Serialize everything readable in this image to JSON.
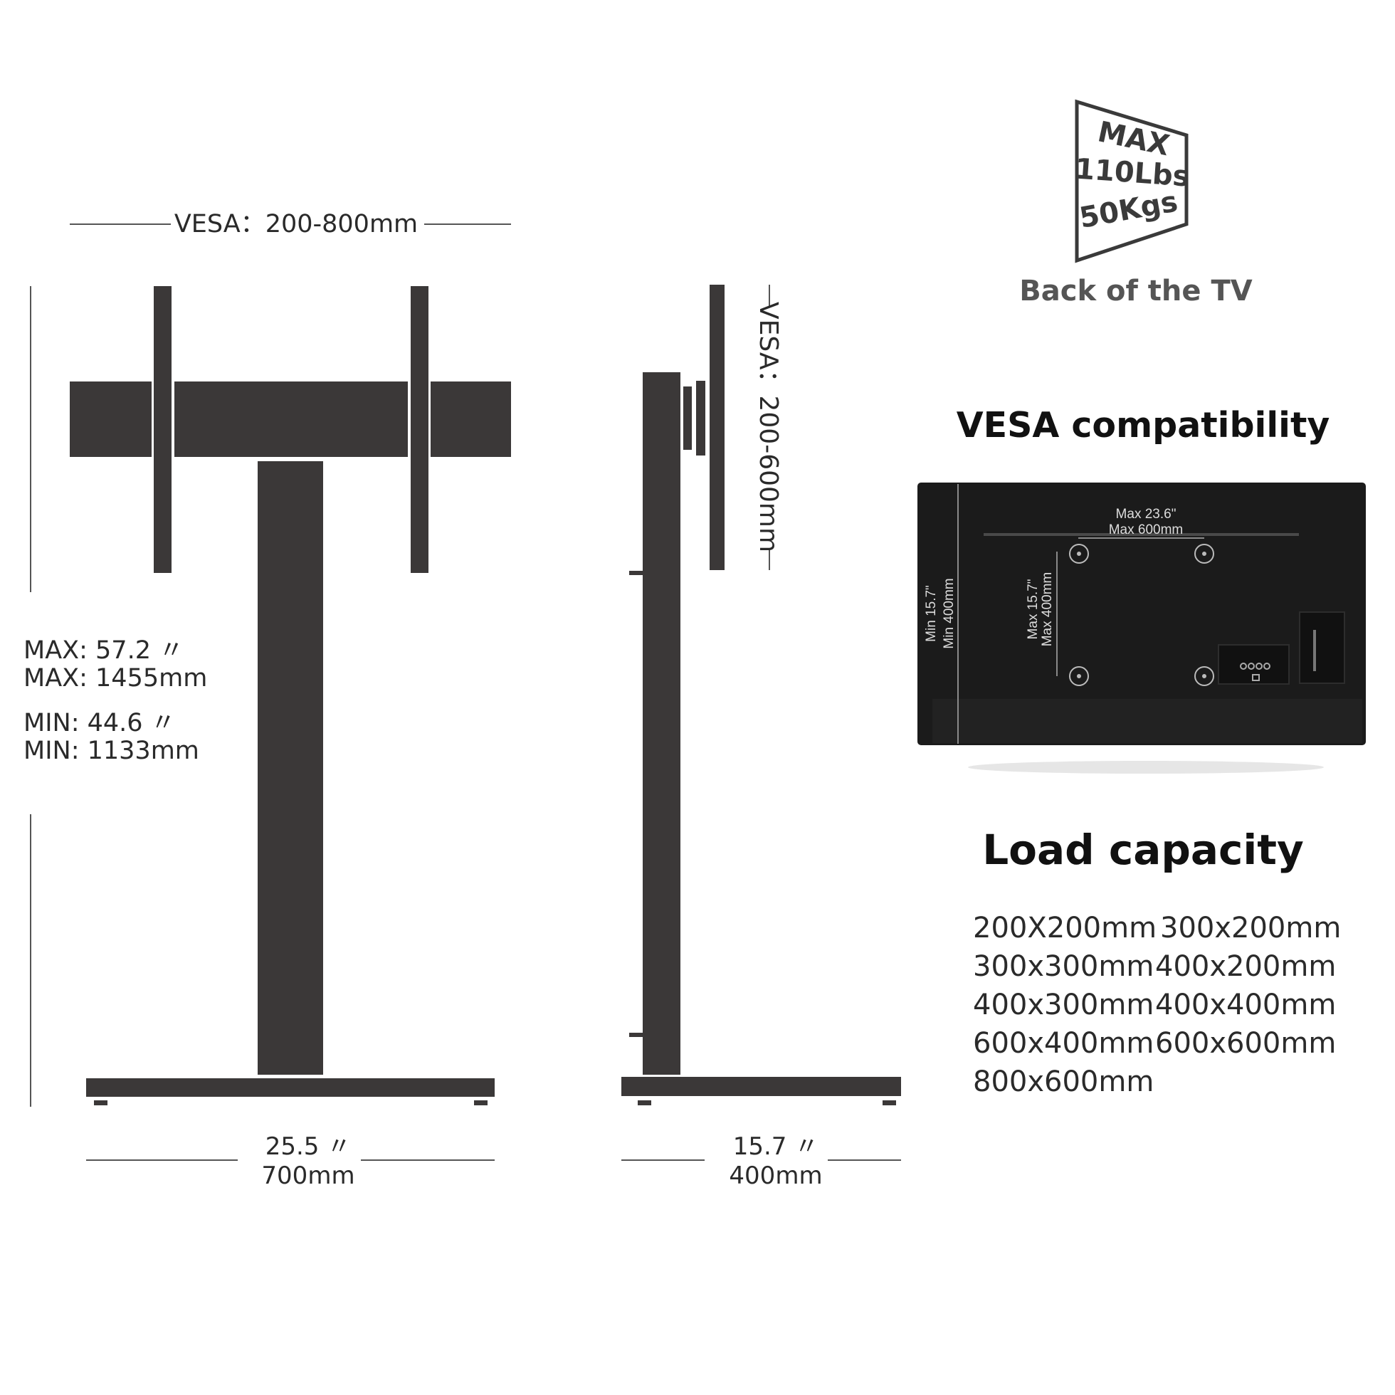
{
  "front_view": {
    "vesa_label": "VESA：200-800mm",
    "height_max_in": "MAX: 57.2 〃",
    "height_max_mm": "MAX: 1455mm",
    "height_min_in": "MIN: 44.6 〃",
    "height_min_mm": "MIN: 1133mm",
    "width_in": "25.5 〃",
    "width_mm": "700mm"
  },
  "side_view": {
    "vesa_label": "VESA：200-600mm",
    "depth_in": "15.7 〃",
    "depth_mm": "400mm"
  },
  "badge": {
    "line1": "MAX",
    "line2": "110Lbs",
    "line3": "50Kgs",
    "caption": "Back of the TV"
  },
  "vesa_section": {
    "title": "VESA compatibility",
    "tv_labels": {
      "top_in": "Max 23.6\"",
      "top_mm": "Max 600mm",
      "inner_in": "Max 15.7\"",
      "inner_mm": "Max 400mm",
      "outer_in": "Min  15.7\"",
      "outer_mm": "Min  400mm"
    }
  },
  "load_section": {
    "title": "Load capacity",
    "sizes": [
      [
        "200X200mm",
        "300x200mm"
      ],
      [
        "300x300mm",
        "400x200mm"
      ],
      [
        "400x300mm",
        "400x400mm"
      ],
      [
        "600x400mm",
        "600x600mm"
      ],
      [
        "800x600mm",
        ""
      ]
    ]
  },
  "colors": {
    "stand": "#3b3838",
    "tv_body": "#1b1b1b",
    "text": "#222222",
    "badge_text": "#3a3a3a"
  }
}
